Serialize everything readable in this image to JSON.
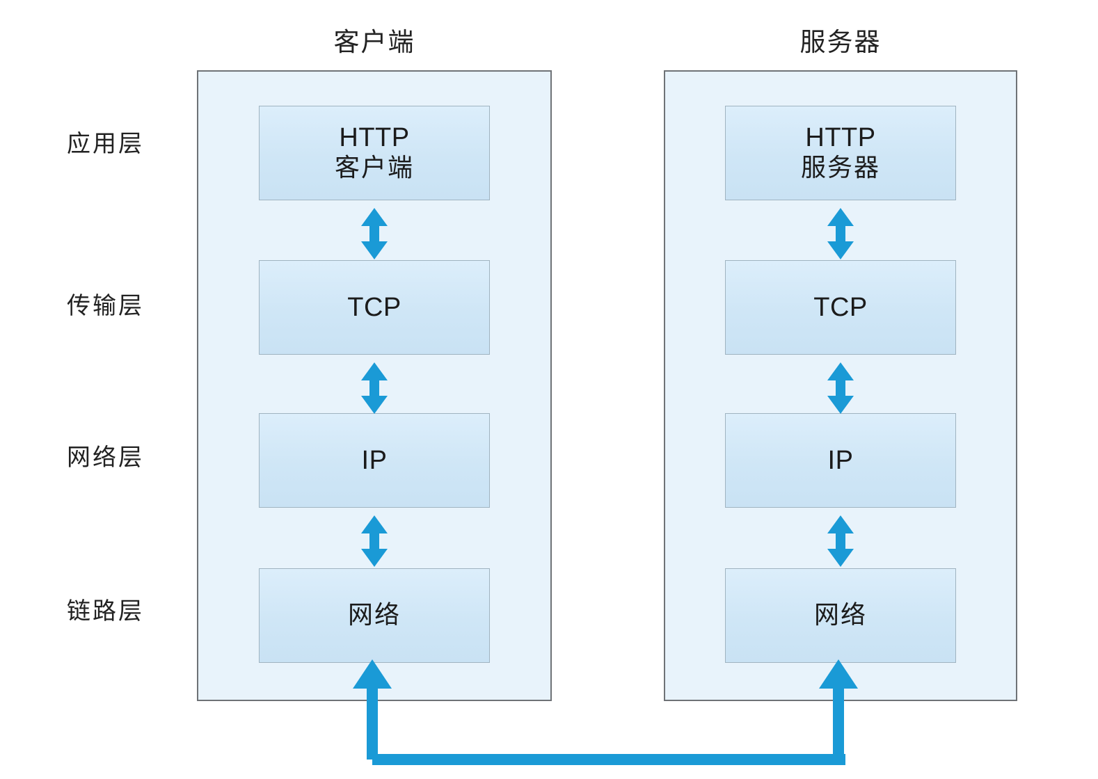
{
  "diagram": {
    "title_alt": "HTTP 通信协议分层",
    "background": "#ffffff",
    "accent_blue": "#1a9ad6",
    "box_fill": "#d3e8f7",
    "container_fill": "#e8f3fb",
    "container_border": "#6e7276",
    "shadow_color": "#8b8f92"
  },
  "columns": [
    {
      "id": "client",
      "title": "客户端"
    },
    {
      "id": "server",
      "title": "服务器"
    }
  ],
  "layers": [
    {
      "label": "应用层"
    },
    {
      "label": "传输层"
    },
    {
      "label": "网络层"
    },
    {
      "label": "链路层"
    }
  ],
  "client_stack": [
    {
      "line_en": "HTTP",
      "line_cn": "客户端"
    },
    {
      "line_en": "TCP",
      "line_cn": ""
    },
    {
      "line_en": "IP",
      "line_cn": ""
    },
    {
      "line_en": "",
      "line_cn": "网络"
    }
  ],
  "server_stack": [
    {
      "line_en": "HTTP",
      "line_cn": "服务器"
    },
    {
      "line_en": "TCP",
      "line_cn": ""
    },
    {
      "line_en": "IP",
      "line_cn": ""
    },
    {
      "line_en": "",
      "line_cn": "网络"
    }
  ],
  "connectors": {
    "vertical_double_arrow_count": 6,
    "bottom_link_label": "",
    "bottom_link_direction": "both-up"
  }
}
